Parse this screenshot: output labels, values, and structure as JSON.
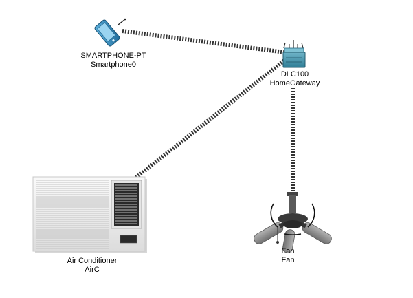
{
  "devices": {
    "smartphone": {
      "model": "SMARTPHONE-PT",
      "name": "Smartphone0",
      "icon": "smartphone-icon"
    },
    "gateway": {
      "model": "DLC100",
      "name": "HomeGateway",
      "icon": "home-gateway-icon"
    },
    "aircon": {
      "model": "Air Conditioner",
      "name": "AirC",
      "icon": "air-conditioner-icon"
    },
    "fan": {
      "model": "Fan",
      "name": "Fan",
      "icon": "ceiling-fan-icon"
    }
  },
  "links": [
    {
      "from": "smartphone",
      "to": "gateway",
      "type": "wireless"
    },
    {
      "from": "aircon",
      "to": "gateway",
      "type": "wireless"
    },
    {
      "from": "fan",
      "to": "gateway",
      "type": "wireless"
    }
  ],
  "colors": {
    "link": "#333333",
    "smartphone": "#2f86b6",
    "gateway": "#3d8fa8",
    "aircon_body": "#e9e9e9",
    "fan_blade": "#8a8a8a"
  }
}
